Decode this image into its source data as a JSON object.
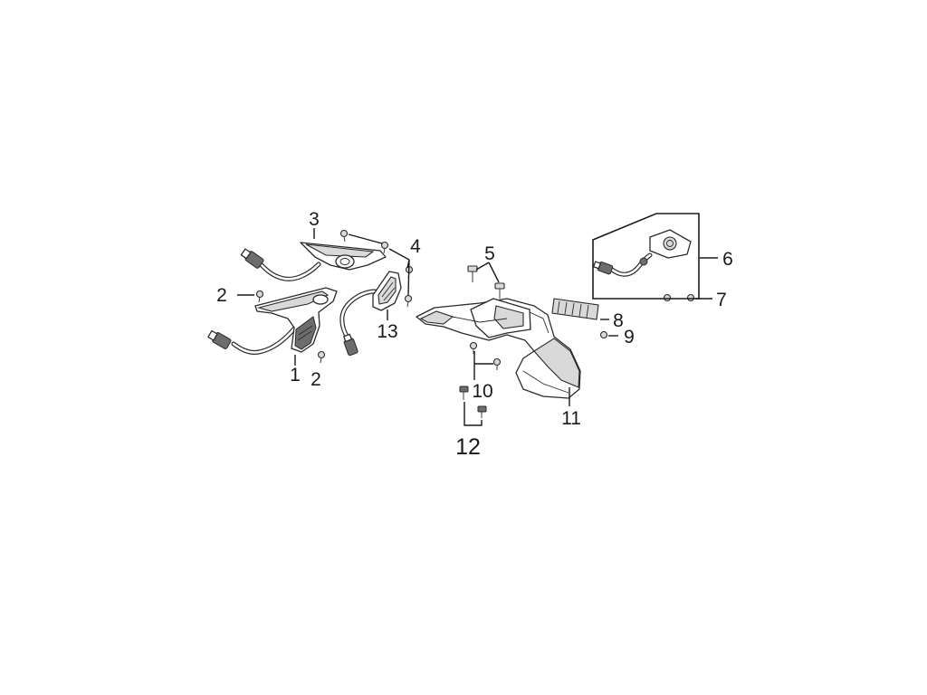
{
  "callouts": [
    "3",
    "4",
    "5",
    "6",
    "2",
    "7",
    "8",
    "9",
    "13",
    "1",
    "2",
    "10",
    "11",
    "12"
  ]
}
